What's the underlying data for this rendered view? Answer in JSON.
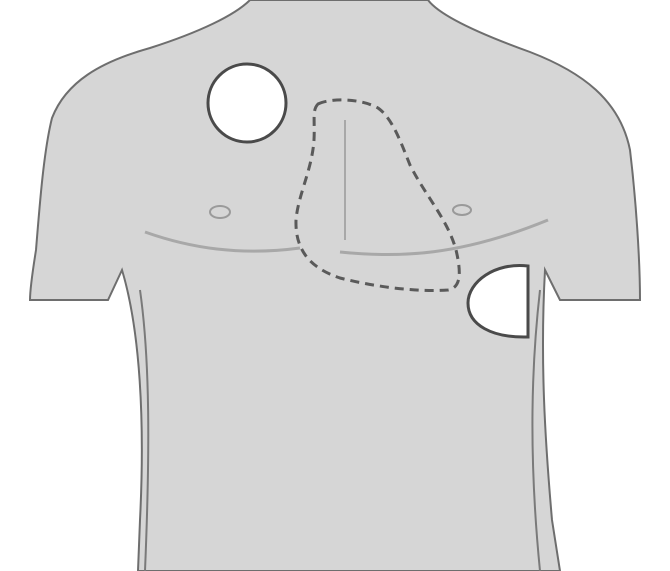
{
  "figure": {
    "colors": {
      "background": "#ffffff",
      "body_fill": "#d6d6d6",
      "outline": "#6e6e6e",
      "muscle_line": "#a8a8a8",
      "pad_fill": "#ffffff",
      "pad_stroke": "#4a4a4a",
      "heart_outline": "#5a5a5a"
    },
    "pads": [
      {
        "name": "right-upper-chest-pad",
        "shape": "circle"
      },
      {
        "name": "left-lateral-chest-pad",
        "shape": "half-round"
      }
    ],
    "heart_outline_style": "dashed"
  }
}
